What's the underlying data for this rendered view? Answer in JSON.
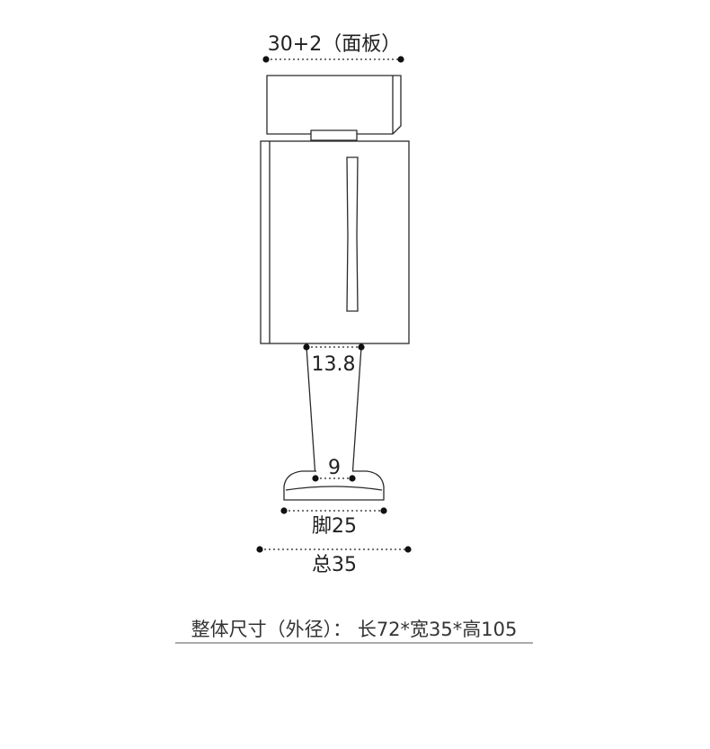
{
  "dimensions": {
    "top_panel_width": "30+2（面板）",
    "leg_top_width": "13.8",
    "leg_bottom_width": "9",
    "foot_width": "脚25",
    "total_width": "总35"
  },
  "summary": "整体尺寸（外径）： 长72*宽35*高105",
  "colors": {
    "stroke": "#2a2a2a",
    "dotted": "#222222",
    "background": "#ffffff"
  }
}
